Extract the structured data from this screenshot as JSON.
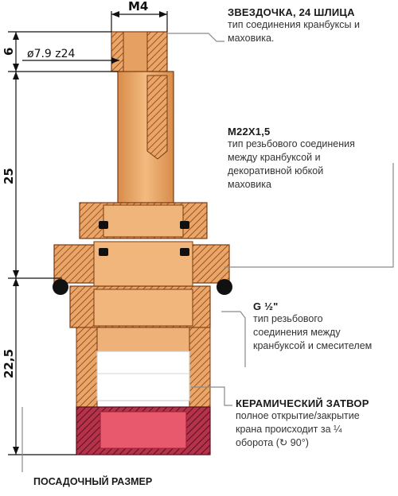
{
  "dimensions": {
    "m4": "M4",
    "shaft_diameter": "ø7.9 z24",
    "dim_6": "6",
    "dim_25": "25",
    "dim_22_5": "22,5"
  },
  "annotations": [
    {
      "title": "ЗВЕЗДОЧКА, 24 ШЛИЦА",
      "desc": [
        "тип соединения кранбуксы и",
        "маховика."
      ]
    },
    {
      "title": "M22X1,5",
      "desc": [
        "тип резьбового соединения",
        "между кранбуксой и",
        "декоративной юбкой",
        "маховика"
      ]
    },
    {
      "title": "G ½\"",
      "desc": [
        "тип резьбового",
        "соединения между",
        "кранбуксой и смесителем"
      ]
    },
    {
      "title": "КЕРАМИЧЕСКИЙ ЗАТВОР",
      "desc": [
        "полное открытие/закрытие",
        "крана происходит за ¼",
        "оборота (↻ 90°)"
      ]
    }
  ],
  "footer_label": "ПОСАДОЧНЫЙ РАЗМЕР",
  "colors": {
    "brass": "#e8a868",
    "brass_dark": "#c97b3c",
    "hatch": "#a0521c",
    "ceramic_red": "#d9364d",
    "seal": "#111111",
    "leader": "#8a8a8a"
  }
}
